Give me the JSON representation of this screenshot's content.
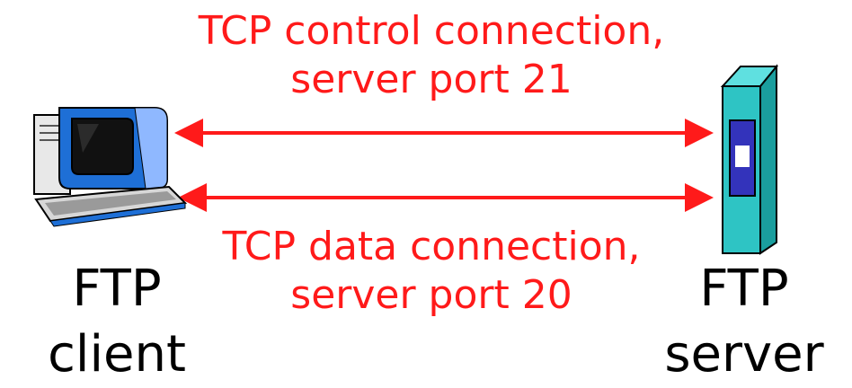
{
  "connections": {
    "control": {
      "line1": "TCP control connection,",
      "line2": "server port 21"
    },
    "data": {
      "line1": "TCP data connection,",
      "line2": "server port 20"
    }
  },
  "nodes": {
    "client": {
      "line1": "FTP",
      "line2": "client"
    },
    "server": {
      "line1": "FTP",
      "line2": "server"
    }
  },
  "colors": {
    "connection": "#ff1a1a",
    "server_front": "#2ec4c4",
    "server_panel": "#3333bb",
    "monitor": "#1e6fd6",
    "screen": "#111111"
  },
  "icons": {
    "client": "computer-icon",
    "server": "server-icon"
  }
}
